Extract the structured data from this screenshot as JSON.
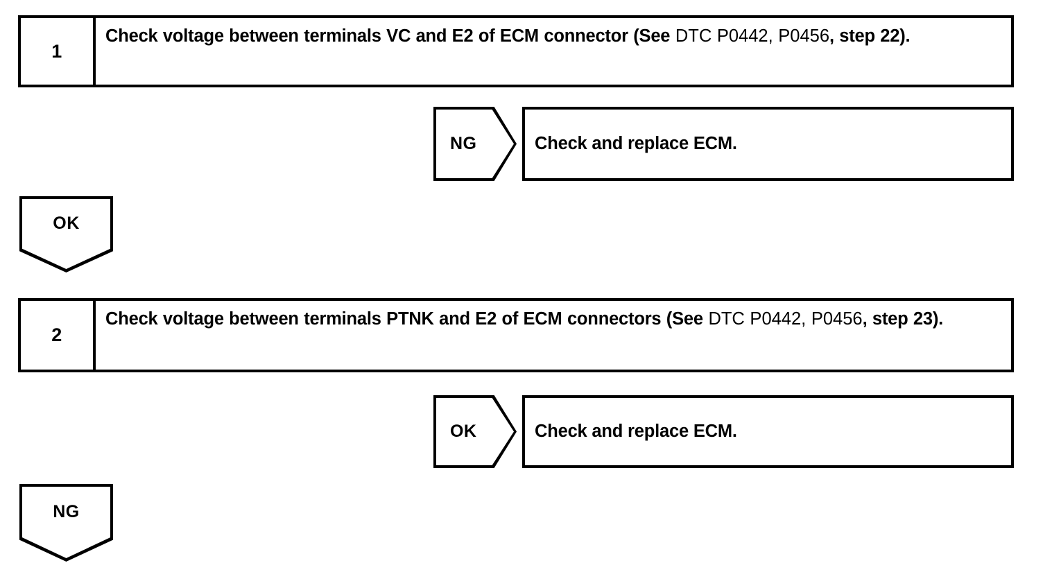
{
  "document": {
    "type": "diagnostic-flowchart",
    "background_color": "#ffffff",
    "line_color": "#000000"
  },
  "steps": [
    {
      "number": "1",
      "text_bold_a": "Check voltage between terminals VC and E2 of ECM connector (See",
      "text_plain": " DTC P0442, P0456",
      "text_bold_b": ", step 22)."
    },
    {
      "number": "2",
      "text_bold_a": "Check voltage between terminals PTNK and E2 of ECM connectors (See",
      "text_plain": " DTC P0442, P0456",
      "text_bold_b": ", step 23)."
    }
  ],
  "branches": [
    {
      "judgement": "NG",
      "direction": "right",
      "result": "Check and replace ECM."
    },
    {
      "judgement": "OK",
      "direction": "down",
      "result": ""
    },
    {
      "judgement": "OK",
      "direction": "right",
      "result": "Check and replace ECM."
    },
    {
      "judgement": "NG",
      "direction": "down",
      "result": ""
    }
  ]
}
